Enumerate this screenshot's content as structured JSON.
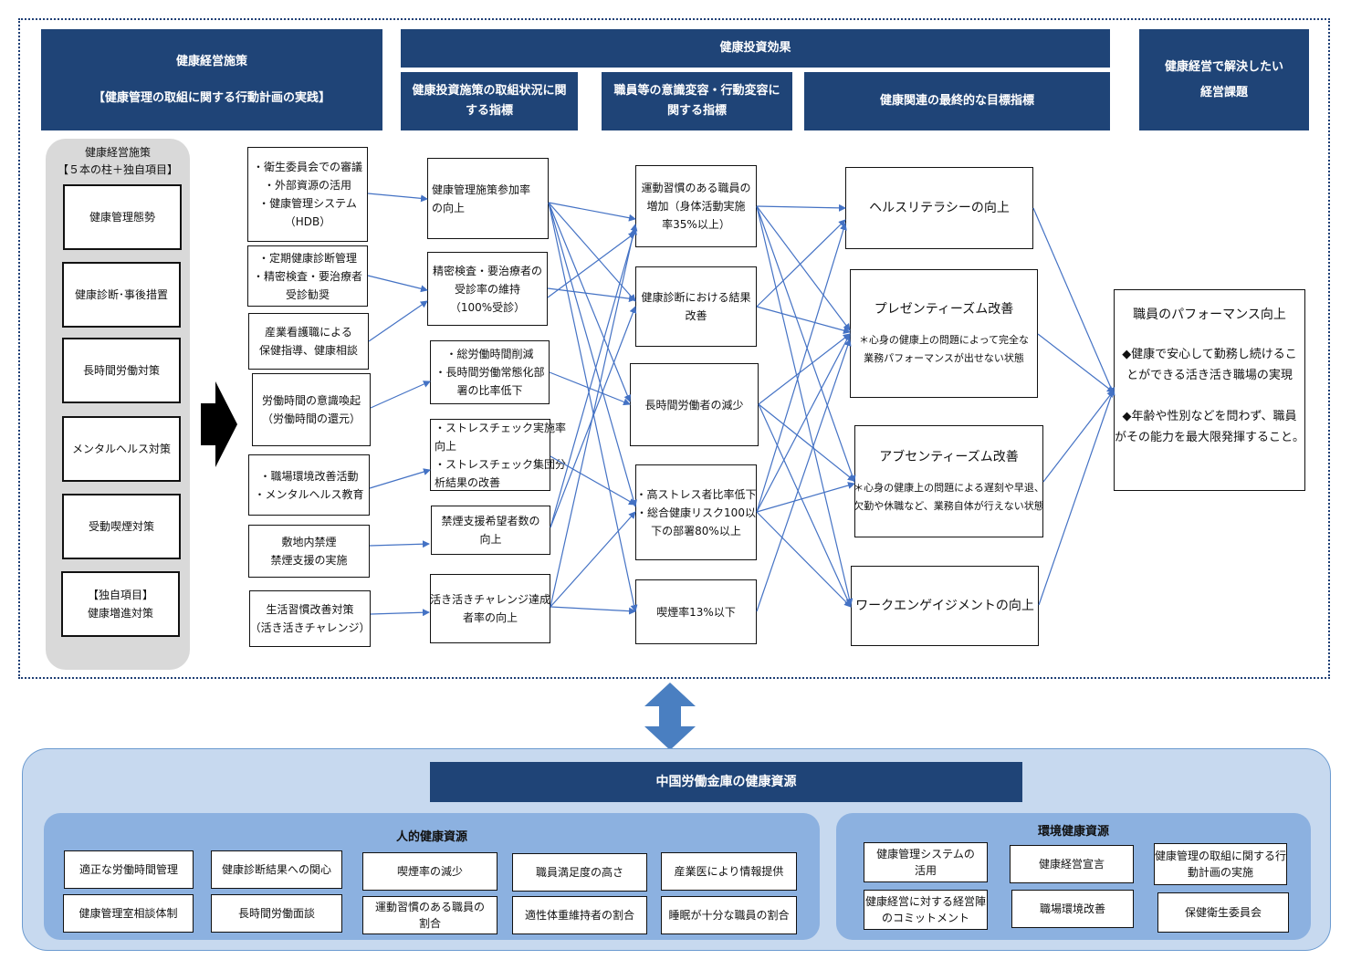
{
  "headers": {
    "policy_title": "健康経営施策",
    "policy_sub": "【健康管理の取組に関する行動計画の実践】",
    "effect_title": "健康投資効果",
    "effect_col1_a": "健康投資施策の取組状況に関",
    "effect_col1_b": "する指標",
    "effect_col2_a": "職員等の意識変容・行動変容に",
    "effect_col2_b": "関する指標",
    "effect_col3": "健康関連の最終的な目標指標",
    "issue_a": "健康経営で解決したい",
    "issue_b": "経営課題"
  },
  "pillars": {
    "title_a": "健康経営施策",
    "title_b": "【５本の柱＋独自項目】",
    "p1": "健康管理態勢",
    "p2": "健康診断･事後措置",
    "p3": "長時間労働対策",
    "p4": "メンタルヘルス対策",
    "p5": "受動喫煙対策",
    "p6_a": "【独自項目】",
    "p6_b": "健康増進対策"
  },
  "measures": {
    "m1_a": "・衛生委員会での審議",
    "m1_b": "・外部資源の活用",
    "m1_c": "・健康管理システム",
    "m1_d": "（HDB）",
    "m2_a": "・定期健康診断管理",
    "m2_b": "・精密検査・要治療者",
    "m2_c": "受診勧奨",
    "m3_a": "産業看護職による",
    "m3_b": "保健指導、健康相談",
    "m4_a": "労働時間の意識喚起",
    "m4_b": "（労働時間の還元）",
    "m5_a": "・職場環境改善活動",
    "m5_b": "・メンタルヘルス教育",
    "m6_a": "敷地内禁煙",
    "m6_b": "禁煙支援の実施",
    "m7_a": "生活習慣改善対策",
    "m7_b": "（活き活きチャレンジ）"
  },
  "indicators": {
    "i1_a": "健康管理施策参加率",
    "i1_b": "の向上",
    "i2_a": "精密検査・要治療者の",
    "i2_b": "受診率の維持",
    "i2_c": "（100%受診）",
    "i3_a": "・総労働時間削減",
    "i3_b": "・長時間労働常態化部",
    "i3_c": "署の比率低下",
    "i4_a": "・ストレスチェック実施率",
    "i4_b": "向上",
    "i4_c": "・ストレスチェック集団分",
    "i4_d": "析結果の改善",
    "i5_a": "禁煙支援希望者数の",
    "i5_b": "向上",
    "i6_a": "活き活きチャレンジ達成",
    "i6_b": "者率の向上"
  },
  "behaviors": {
    "b1_a": "運動習慣のある職員の",
    "b1_b": "増加（身体活動実施",
    "b1_c": "率35%以上）",
    "b2_a": "健康診断における結果",
    "b2_b": "改善",
    "b3": "長時間労働者の減少",
    "b4_a": "・高ストレス者比率低下",
    "b4_b": "・総合健康リスク100以",
    "b4_c": "下の部署80%以上",
    "b5": "喫煙率13%以下"
  },
  "goals": {
    "g1": "ヘルスリテラシーの向上",
    "g2": "プレゼンティーズム改善",
    "g2_note_a": "＊心身の健康上の問題によって完全な",
    "g2_note_b": "業務パフォーマンスが出せない状態",
    "g3": "アブセンティーズム改善",
    "g3_note_a": "＊心身の健康上の問題による遅刻や早退、",
    "g3_note_b": "欠勤や休職など、業務自体が行えない状態",
    "g4": "ワークエンゲイジメントの向上"
  },
  "issues": {
    "title": "職員のパフォーマンス向上",
    "item1_a": "◆健康で安心して勤務し続けるこ",
    "item1_b": "とができる活き活き職場の実現",
    "item2_a": "◆年齢や性別などを問わず、職員",
    "item2_b": "がその能力を最大限発揮すること。"
  },
  "resources": {
    "title": "中国労働金庫の健康資源",
    "human_title": "人的健康資源",
    "human": [
      "適正な労働時間管理",
      "健康診断結果への関心",
      "喫煙率の減少",
      "職員満足度の高さ",
      "産業医により情報提供",
      "健康管理室相談体制",
      "長時間労働面談",
      "運動習慣のある職員の|割合",
      "適性体重維持者の割合",
      "睡眠が十分な職員の割合"
    ],
    "env_title": "環境健康資源",
    "env": [
      "健康管理システムの|活用",
      "健康経営宣言",
      "健康管理の取組に関する行|動計画の実施",
      "健康経営に対する経営陣|のコミットメント",
      "職場環境改善",
      "保健衛生委員会"
    ]
  },
  "colors": {
    "header": "#1f4477",
    "line": "#4472c4",
    "bottom_bg": "#c7d9ef",
    "panel": "#8cb1e0",
    "arrow": "#4a7fc1"
  }
}
